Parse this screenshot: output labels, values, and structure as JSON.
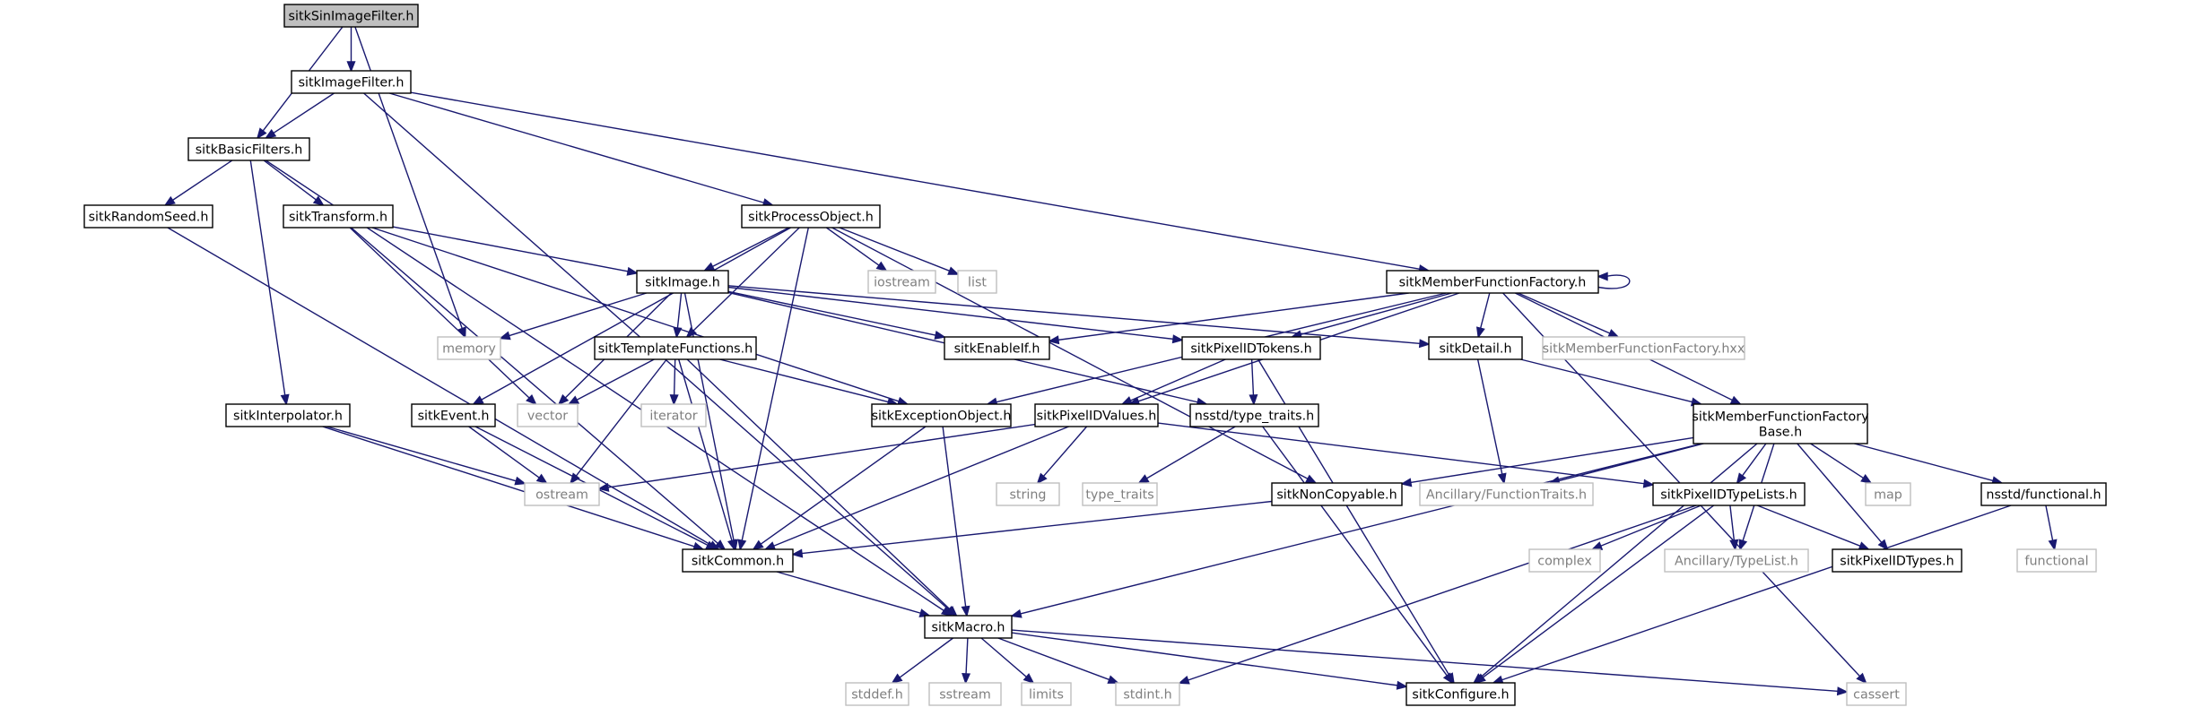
{
  "graph": {
    "nodes": [
      {
        "id": "root",
        "label": "sitkSinImageFilter.h",
        "kind": "root"
      },
      {
        "id": "imagefilter",
        "label": "sitkImageFilter.h",
        "kind": "local"
      },
      {
        "id": "basicfilters",
        "label": "sitkBasicFilters.h",
        "kind": "local"
      },
      {
        "id": "randomseed",
        "label": "sitkRandomSeed.h",
        "kind": "local"
      },
      {
        "id": "transform",
        "label": "sitkTransform.h",
        "kind": "local"
      },
      {
        "id": "processobject",
        "label": "sitkProcessObject.h",
        "kind": "local"
      },
      {
        "id": "iostream",
        "label": "iostream",
        "kind": "system"
      },
      {
        "id": "list",
        "label": "list",
        "kind": "system"
      },
      {
        "id": "mff",
        "label": "sitkMemberFunctionFactory.h",
        "kind": "local"
      },
      {
        "id": "image",
        "label": "sitkImage.h",
        "kind": "local"
      },
      {
        "id": "memory",
        "label": "memory",
        "kind": "system"
      },
      {
        "id": "templatefunctions",
        "label": "sitkTemplateFunctions.h",
        "kind": "local"
      },
      {
        "id": "enableif",
        "label": "sitkEnableIf.h",
        "kind": "local"
      },
      {
        "id": "pixelidtokens",
        "label": "sitkPixelIDTokens.h",
        "kind": "local"
      },
      {
        "id": "detail",
        "label": "sitkDetail.h",
        "kind": "local"
      },
      {
        "id": "mffhxx",
        "label": "sitkMemberFunctionFactory.hxx",
        "kind": "system"
      },
      {
        "id": "vector",
        "label": "vector",
        "kind": "system"
      },
      {
        "id": "iterator",
        "label": "iterator",
        "kind": "system"
      },
      {
        "id": "interpolator",
        "label": "sitkInterpolator.h",
        "kind": "local"
      },
      {
        "id": "event",
        "label": "sitkEvent.h",
        "kind": "local"
      },
      {
        "id": "exceptionobject",
        "label": "sitkExceptionObject.h",
        "kind": "local"
      },
      {
        "id": "pixelidvalues",
        "label": "sitkPixelIDValues.h",
        "kind": "local"
      },
      {
        "id": "nsstdtypetraits",
        "label": "nsstd/type_traits.h",
        "kind": "local"
      },
      {
        "id": "mffbase",
        "label": "sitkMemberFunctionFactory\nBase.h",
        "kind": "local"
      },
      {
        "id": "ostream",
        "label": "ostream",
        "kind": "system"
      },
      {
        "id": "string",
        "label": "string",
        "kind": "system"
      },
      {
        "id": "typetraits",
        "label": "type_traits",
        "kind": "system"
      },
      {
        "id": "noncopyable",
        "label": "sitkNonCopyable.h",
        "kind": "local"
      },
      {
        "id": "functiontraits",
        "label": "Ancillary/FunctionTraits.h",
        "kind": "system"
      },
      {
        "id": "pixelidtypelists",
        "label": "sitkPixelIDTypeLists.h",
        "kind": "local"
      },
      {
        "id": "map",
        "label": "map",
        "kind": "system"
      },
      {
        "id": "nsstdfunctional",
        "label": "nsstd/functional.h",
        "kind": "local"
      },
      {
        "id": "common",
        "label": "sitkCommon.h",
        "kind": "local"
      },
      {
        "id": "complex",
        "label": "complex",
        "kind": "system"
      },
      {
        "id": "typelist",
        "label": "Ancillary/TypeList.h",
        "kind": "system"
      },
      {
        "id": "pixelidtypes",
        "label": "sitkPixelIDTypes.h",
        "kind": "local"
      },
      {
        "id": "functional",
        "label": "functional",
        "kind": "system"
      },
      {
        "id": "macro",
        "label": "sitkMacro.h",
        "kind": "local"
      },
      {
        "id": "stddef",
        "label": "stddef.h",
        "kind": "system"
      },
      {
        "id": "sstream",
        "label": "sstream",
        "kind": "system"
      },
      {
        "id": "limits",
        "label": "limits",
        "kind": "system"
      },
      {
        "id": "stdint",
        "label": "stdint.h",
        "kind": "system"
      },
      {
        "id": "configure",
        "label": "sitkConfigure.h",
        "kind": "local"
      },
      {
        "id": "cassert",
        "label": "cassert",
        "kind": "system"
      }
    ],
    "edges": [
      [
        "root",
        "imagefilter"
      ],
      [
        "root",
        "basicfilters"
      ],
      [
        "root",
        "memory"
      ],
      [
        "imagefilter",
        "basicfilters"
      ],
      [
        "imagefilter",
        "macro"
      ],
      [
        "imagefilter",
        "processobject"
      ],
      [
        "imagefilter",
        "mff"
      ],
      [
        "basicfilters",
        "randomseed"
      ],
      [
        "basicfilters",
        "transform"
      ],
      [
        "basicfilters",
        "interpolator"
      ],
      [
        "basicfilters",
        "macro"
      ],
      [
        "randomseed",
        "common"
      ],
      [
        "transform",
        "image"
      ],
      [
        "transform",
        "exceptionobject"
      ],
      [
        "transform",
        "common"
      ],
      [
        "transform",
        "vector"
      ],
      [
        "processobject",
        "image"
      ],
      [
        "processobject",
        "event"
      ],
      [
        "processobject",
        "templatefunctions"
      ],
      [
        "processobject",
        "common"
      ],
      [
        "processobject",
        "iostream"
      ],
      [
        "processobject",
        "list"
      ],
      [
        "processobject",
        "noncopyable"
      ],
      [
        "mff",
        "mff"
      ],
      [
        "mff",
        "enableif"
      ],
      [
        "mff",
        "pixelidtokens"
      ],
      [
        "mff",
        "detail"
      ],
      [
        "mff",
        "mffhxx"
      ],
      [
        "mff",
        "mffbase"
      ],
      [
        "mff",
        "exceptionobject"
      ],
      [
        "mff",
        "pixelidvalues"
      ],
      [
        "mff",
        "cassert"
      ],
      [
        "image",
        "memory"
      ],
      [
        "image",
        "templatefunctions"
      ],
      [
        "image",
        "enableif"
      ],
      [
        "image",
        "pixelidtokens"
      ],
      [
        "image",
        "detail"
      ],
      [
        "image",
        "nsstdtypetraits"
      ],
      [
        "image",
        "vector"
      ],
      [
        "image",
        "common"
      ],
      [
        "templatefunctions",
        "vector"
      ],
      [
        "templatefunctions",
        "iterator"
      ],
      [
        "templatefunctions",
        "exceptionobject"
      ],
      [
        "templatefunctions",
        "ostream"
      ],
      [
        "templatefunctions",
        "common"
      ],
      [
        "templatefunctions",
        "macro"
      ],
      [
        "pixelidtokens",
        "pixelidvalues"
      ],
      [
        "pixelidtokens",
        "nsstdtypetraits"
      ],
      [
        "pixelidtokens",
        "configure"
      ],
      [
        "detail",
        "mffbase"
      ],
      [
        "detail",
        "functiontraits"
      ],
      [
        "interpolator",
        "ostream"
      ],
      [
        "interpolator",
        "common"
      ],
      [
        "event",
        "ostream"
      ],
      [
        "event",
        "common"
      ],
      [
        "exceptionobject",
        "common"
      ],
      [
        "exceptionobject",
        "macro"
      ],
      [
        "pixelidvalues",
        "ostream"
      ],
      [
        "pixelidvalues",
        "string"
      ],
      [
        "pixelidvalues",
        "common"
      ],
      [
        "pixelidvalues",
        "pixelidtypelists"
      ],
      [
        "nsstdtypetraits",
        "typetraits"
      ],
      [
        "nsstdtypetraits",
        "configure"
      ],
      [
        "mffbase",
        "noncopyable"
      ],
      [
        "mffbase",
        "functiontraits"
      ],
      [
        "mffbase",
        "pixelidtypelists"
      ],
      [
        "mffbase",
        "map"
      ],
      [
        "mffbase",
        "nsstdfunctional"
      ],
      [
        "mffbase",
        "typelist"
      ],
      [
        "mffbase",
        "pixelidtypes"
      ],
      [
        "mffbase",
        "macro"
      ],
      [
        "mffbase",
        "configure"
      ],
      [
        "noncopyable",
        "common"
      ],
      [
        "pixelidtypelists",
        "complex"
      ],
      [
        "pixelidtypelists",
        "typelist"
      ],
      [
        "pixelidtypelists",
        "pixelidtypes"
      ],
      [
        "pixelidtypelists",
        "stdint"
      ],
      [
        "pixelidtypelists",
        "configure"
      ],
      [
        "nsstdfunctional",
        "functional"
      ],
      [
        "nsstdfunctional",
        "configure"
      ],
      [
        "common",
        "macro"
      ],
      [
        "macro",
        "stddef"
      ],
      [
        "macro",
        "sstream"
      ],
      [
        "macro",
        "limits"
      ],
      [
        "macro",
        "stdint"
      ],
      [
        "macro",
        "configure"
      ],
      [
        "macro",
        "cassert"
      ]
    ]
  }
}
